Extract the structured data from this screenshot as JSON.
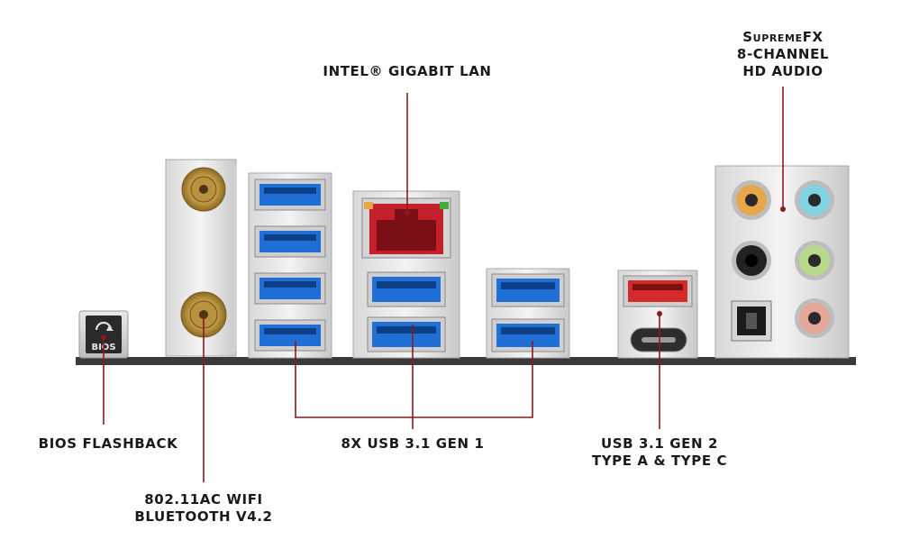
{
  "labels": {
    "intel_lan": [
      "INTEL® GIGABIT LAN"
    ],
    "audio": [
      "SupremeFX",
      "8-CHANNEL",
      "HD AUDIO"
    ],
    "bios": [
      "BIOS FLASHBACK"
    ],
    "usb31_gen1": [
      "8X USB 3.1 GEN 1"
    ],
    "usb31_gen2": [
      "USB 3.1 GEN 2",
      "TYPE A & TYPE C"
    ],
    "wifi": [
      "802.11AC WIFI",
      "BLUETOOTH V4.2"
    ]
  },
  "bios_button_text": "BIOS",
  "colors": {
    "leader_line": "#8b1a1a",
    "usb_gen1_blue": "#1f6fd6",
    "usb_gen2_red": "#d62a2a",
    "lan_red": "#c4202b",
    "jack_orange": "#e8a64a",
    "jack_cyan": "#7fd3e3",
    "jack_black": "#222222",
    "jack_green": "#b9d98a",
    "jack_pink": "#e6a79b",
    "antenna_gold": "#c9a04a"
  }
}
